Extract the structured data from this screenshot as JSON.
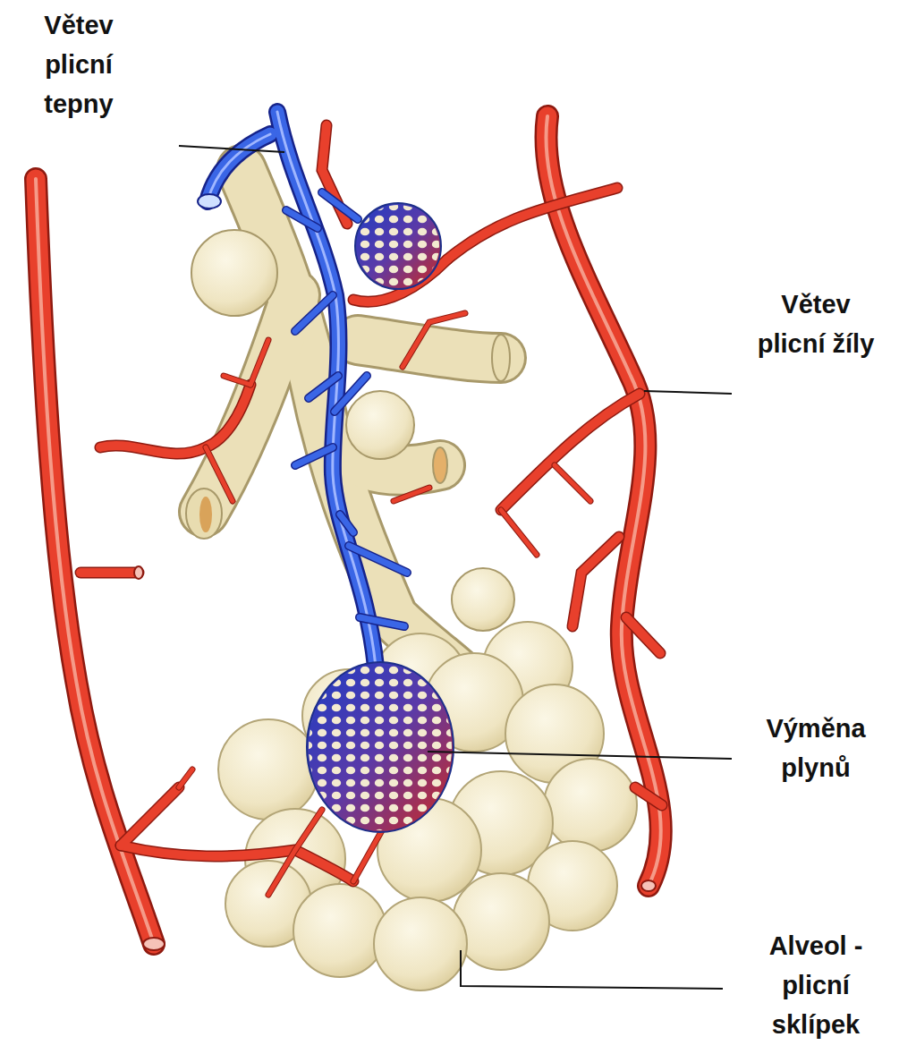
{
  "diagram": {
    "labels": [
      "Větev plicní tepny",
      "Větev plicní žíly",
      "Výměna plynů",
      "Alveol - plicní sklípek"
    ]
  }
}
